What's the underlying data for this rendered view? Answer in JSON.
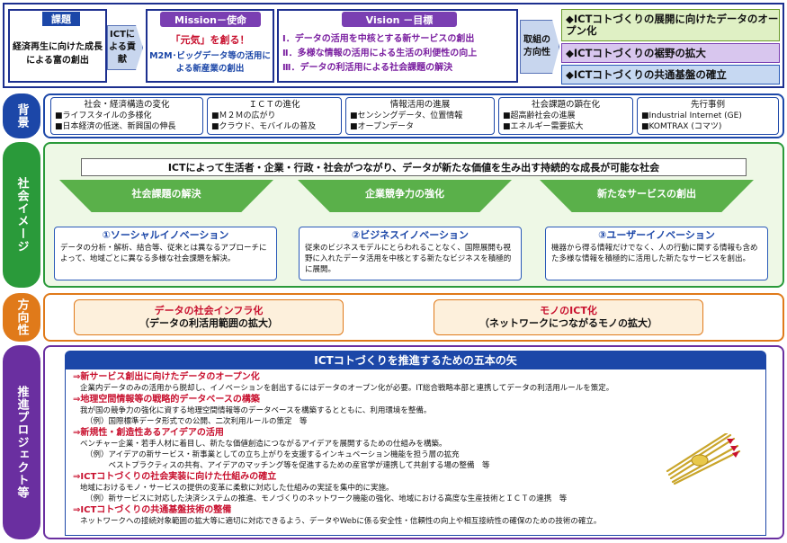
{
  "top": {
    "kadai_label": "課題",
    "kadai_text": "経済再生に向けた成長による富の創出",
    "ict_label": "ICTによる貢献",
    "mission_label": "Mission－使命",
    "mission_line1": "「元気」を創る！",
    "mission_line2": "M2M･ビッグデータ等の活用による新産業の創出",
    "vision_label": "Vision －目標",
    "vision_items": [
      "Ⅰ．データの活用を中核とする新サービスの創出",
      "Ⅱ．多様な情報の活用による生活の利便性の向上",
      "Ⅲ．データの利活用による社会課題の解決"
    ],
    "direction_label": "取組の方向性",
    "directions": [
      "◆ICTコトづくりの展開に向けたデータのオープン化",
      "◆ICTコトづくりの裾野の拡大",
      "◆ICTコトづくりの共通基盤の確立"
    ]
  },
  "sides": {
    "haikei": "背景",
    "shakai": "社会イメージ",
    "hoko": "方向性",
    "suishin": "推進プロジェクト等"
  },
  "haikei": [
    {
      "title": "社会・経済構造の変化",
      "lines": [
        "■ライフスタイルの多様化",
        "■日本経済の低迷、新興国の伸長"
      ]
    },
    {
      "title": "ＩＣＴの進化",
      "lines": [
        "■Ｍ２Ｍの広がり",
        "■クラウド、モバイルの普及"
      ]
    },
    {
      "title": "情報活用の進展",
      "lines": [
        "■センシングデータ、位置情報",
        "■オープンデータ"
      ]
    },
    {
      "title": "社会課題の顕在化",
      "lines": [
        "■超高齢社会の進展",
        "■エネルギー需要拡大"
      ]
    },
    {
      "title": "先行事例",
      "lines": [
        "■Industrial Internet (GE)",
        "■KOMTRAX (コマツ)"
      ]
    }
  ],
  "shakai": {
    "main": "ICTによって生活者・企業・行政・社会がつながり、データが新たな価値を生み出す持続的な成長が可能な社会",
    "arrows": [
      "社会課題の解決",
      "企業競争力の強化",
      "新たなサービスの創出"
    ],
    "innovations": [
      {
        "title": "①ソーシャルイノベーション",
        "text": "データの分析・解析、結合等、従来とは異なるアプローチによって、地域ごとに異なる多様な社会課題を解決。"
      },
      {
        "title": "②ビジネスイノベーション",
        "text": "従来のビジネスモデルにとらわれることなく、国際展開も視野に入れたデータ活用を中核とする新たなビジネスを積極的に展開。"
      },
      {
        "title": "③ユーザーイノベーション",
        "text": "機器から得る情報だけでなく、人の行動に関する情報も含めた多様な情報を積極的に活用した新たなサービスを創出。"
      }
    ]
  },
  "hoko": [
    {
      "title": "データの社会インフラ化",
      "sub": "（データの利活用範囲の拡大）"
    },
    {
      "title": "モノのICT化",
      "sub": "（ネットワークにつながるモノの拡大）"
    }
  ],
  "suishin": {
    "header": "ICTコトづくりを推進するための五本の矢",
    "arrows": [
      {
        "title": "⇒新サービス創出に向けたデータのオープン化",
        "lines": [
          "企業内データのみの活用から脱却し、イノベーションを創出するにはデータのオープン化が必要。IT総合戦略本部と連携してデータの利活用ルールを策定。"
        ],
        "examples": []
      },
      {
        "title": "⇒地理空間情報等の戦略的データベースの構築",
        "lines": [
          "我が国の競争力の強化に資する地理空間情報等のデータベースを構築するとともに、利用環境を整備。"
        ],
        "examples": [
          "（例）国際標準データ形式での公開、二次利用ルールの策定　等"
        ]
      },
      {
        "title": "⇒新規性・創造性あるアイデアの活用",
        "lines": [
          "ベンチャー企業・若手人材に着目し、新たな価値創造につながるアイデアを展開するための仕組みを構築。"
        ],
        "examples": [
          "（例）アイデアの新サービス・新事業としての立ち上がりを支援するインキュベーション機能を担う層の拡充",
          "　　　ベストプラクティスの共有、アイデアのマッチング等を促進するための産官学が連携して共創する場の整備　等"
        ]
      },
      {
        "title": "⇒ICTコトづくりの社会実装に向けた仕組みの確立",
        "lines": [
          "地域におけるモノ・サービスの提供の変革に柔軟に対応した仕組みの実証を集中的に実施。"
        ],
        "examples": [
          "（例）新サービスに対応した決済システムの推進、モノづくりのネットワーク機能の強化、地域における高度な生産技術とＩＣＴの連携　等"
        ]
      },
      {
        "title": "⇒ICTコトづくりの共通基盤技術の整備",
        "lines": [
          "ネットワークへの接続対象範囲の拡大等に適切に対応できるよう、データやWebに係る安全性・信頼性の向上や相互接続性の確保のための技術の確立。"
        ],
        "examples": []
      }
    ]
  }
}
